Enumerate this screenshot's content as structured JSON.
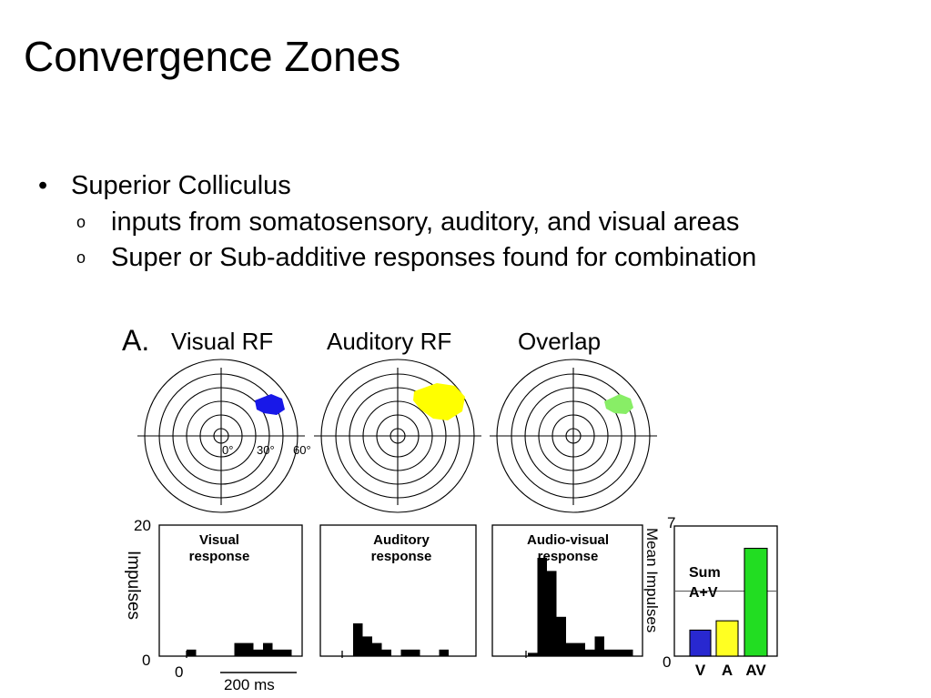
{
  "slide": {
    "title": "Convergence Zones",
    "bullets": [
      {
        "text": "Superior Colliculus",
        "sub": [
          "inputs from somatosensory, auditory, and visual areas",
          "Super or Sub-additive responses found for combination"
        ]
      }
    ],
    "bullet_symbol": "•",
    "sub_bullet_symbol": "o"
  },
  "figure": {
    "panel_label": "A.",
    "rf_titles": [
      "Visual RF",
      "Auditory RF",
      "Overlap"
    ],
    "rf_fields": [
      {
        "name": "Visual RF",
        "color": "#1818e8"
      },
      {
        "name": "Auditory RF",
        "color": "#ffff00"
      },
      {
        "name": "Overlap",
        "color": "#88ee66"
      }
    ],
    "degree_labels": [
      "0°",
      "30°",
      "60°"
    ],
    "histograms": {
      "ylabel": "Impulses",
      "y_max": "20",
      "y_min": "0",
      "x_zero": "0",
      "scale_bar": "200 ms",
      "panels": [
        {
          "label_line1": "Visual",
          "label_line2": "response"
        },
        {
          "label_line1": "Auditory",
          "label_line2": "response"
        },
        {
          "label_line1": "Audio-visual",
          "label_line2": "response"
        }
      ]
    },
    "mean_chart": {
      "ylabel": "Mean Impulses",
      "y_max": "7",
      "y_min": "0",
      "sum_label_line1": "Sum",
      "sum_label_line2": "A+V",
      "sum_value": 3.5
    }
  },
  "chart_data": [
    {
      "type": "bar",
      "title": "",
      "ylabel": "Mean Impulses",
      "ylim": [
        0,
        7
      ],
      "categories": [
        "V",
        "A",
        "AV"
      ],
      "values": [
        1.4,
        1.9,
        5.8
      ],
      "colors": [
        "#2828d0",
        "#ffff22",
        "#22dd22"
      ],
      "annotations": [
        "Sum A+V"
      ],
      "reference_line": 3.5
    },
    {
      "type": "bar",
      "title": "Visual response",
      "ylabel": "Impulses",
      "ylim": [
        0,
        20
      ],
      "bins": [
        {
          "bin": 1,
          "value": 1
        },
        {
          "bin": 6,
          "value": 2
        },
        {
          "bin": 7,
          "value": 2
        },
        {
          "bin": 8,
          "value": 1
        },
        {
          "bin": 9,
          "value": 2
        },
        {
          "bin": 10,
          "value": 1
        },
        {
          "bin": 11,
          "value": 1
        }
      ]
    },
    {
      "type": "bar",
      "title": "Auditory response",
      "ylabel": "Impulses",
      "ylim": [
        0,
        20
      ],
      "bins": [
        {
          "bin": 1,
          "value": 5
        },
        {
          "bin": 2,
          "value": 3
        },
        {
          "bin": 3,
          "value": 2
        },
        {
          "bin": 4,
          "value": 1
        },
        {
          "bin": 6,
          "value": 1
        },
        {
          "bin": 7,
          "value": 1
        },
        {
          "bin": 10,
          "value": 1
        }
      ]
    },
    {
      "type": "bar",
      "title": "Audio-visual response",
      "ylabel": "Impulses",
      "ylim": [
        0,
        20
      ],
      "bins": [
        {
          "bin": 1,
          "value": 0.5
        },
        {
          "bin": 2,
          "value": 15
        },
        {
          "bin": 3,
          "value": 13
        },
        {
          "bin": 4,
          "value": 6
        },
        {
          "bin": 5,
          "value": 2
        },
        {
          "bin": 6,
          "value": 2
        },
        {
          "bin": 7,
          "value": 1
        },
        {
          "bin": 8,
          "value": 3
        },
        {
          "bin": 9,
          "value": 1
        },
        {
          "bin": 10,
          "value": 1
        },
        {
          "bin": 11,
          "value": 1
        }
      ]
    }
  ]
}
